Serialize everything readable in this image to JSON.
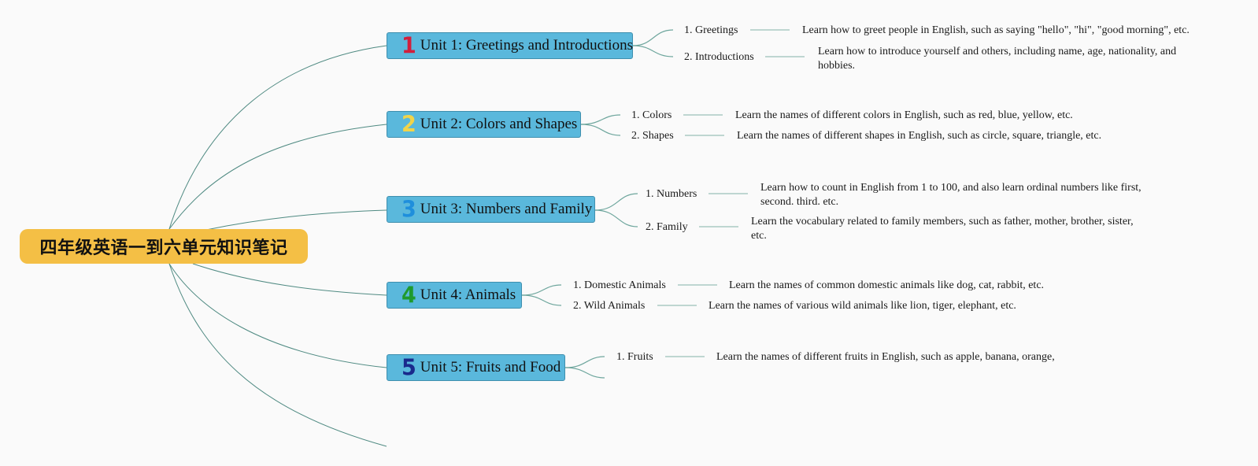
{
  "root": {
    "title": "四年级英语一到六单元知识笔记",
    "color": "#f4bf45"
  },
  "units": [
    {
      "number": "1",
      "number_color": "#d21f3c",
      "title": "Unit 1: Greetings and Introductions",
      "topics": [
        {
          "label": "1. Greetings",
          "description": "Learn how to greet people in English, such as saying \"hello\", \"hi\", \"good morning\", etc."
        },
        {
          "label": "2. Introductions",
          "description": "Learn how to introduce yourself and others, including name, age, nationality, and hobbies."
        }
      ]
    },
    {
      "number": "2",
      "number_color": "#f2d44a",
      "title": "Unit 2: Colors and Shapes",
      "topics": [
        {
          "label": "1. Colors",
          "description": "Learn the names of different colors in English, such as red, blue, yellow, etc."
        },
        {
          "label": "2. Shapes",
          "description": "Learn the names of different shapes in English, such as circle, square, triangle, etc."
        }
      ]
    },
    {
      "number": "3",
      "number_color": "#1f8fdc",
      "title": "Unit 3: Numbers and Family",
      "topics": [
        {
          "label": "1. Numbers",
          "description": "Learn how to count in English from 1 to 100, and also learn ordinal numbers like first, second. third. etc."
        },
        {
          "label": "2. Family",
          "description": "Learn the vocabulary related to family members, such as father, mother, brother, sister, etc."
        }
      ]
    },
    {
      "number": "4",
      "number_color": "#1f9a2e",
      "title": "Unit 4: Animals",
      "topics": [
        {
          "label": "1. Domestic Animals",
          "description": "Learn the names of common domestic animals like dog, cat, rabbit, etc."
        },
        {
          "label": "2. Wild Animals",
          "description": "Learn the names of various wild animals like lion, tiger, elephant, etc."
        }
      ]
    },
    {
      "number": "5",
      "number_color": "#1a2a8c",
      "title": "Unit 5: Fruits and Food",
      "topics": [
        {
          "label": "1. Fruits",
          "description": "Learn the names of different fruits in English, such as apple, banana, orange,"
        }
      ]
    }
  ],
  "colors": {
    "unit_fill": "#5ab8dc",
    "branch_line": "#4f8a82",
    "background": "#fafafa"
  }
}
